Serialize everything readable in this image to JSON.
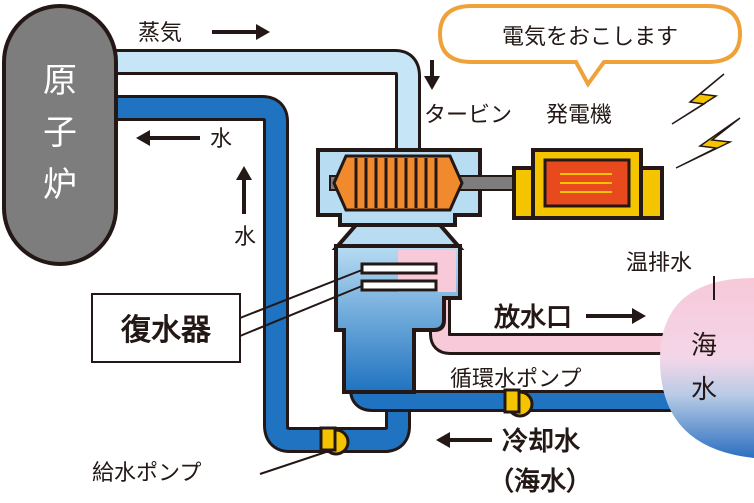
{
  "labels": {
    "reactor": [
      "原",
      "子",
      "炉"
    ],
    "steam": "蒸気",
    "water_top": "水",
    "water_side": "水",
    "turbine": "タービン",
    "generator": "発電機",
    "callout": "電気をおこします",
    "warm_drain": "温排水",
    "outlet": "放水口",
    "condenser": "復水器",
    "sea": [
      "海",
      "水"
    ],
    "circ_pump": "循環水ポンプ",
    "cooling_water": "冷却水",
    "cooling_water_sub": "（海水）",
    "feed_pump": "給水ポンプ"
  },
  "colors": {
    "reactor": "#7d7d7d",
    "steam_pipe": "#c6e6f7",
    "water_pipe": "#1f73c0",
    "warm_pipe": "#f7c9d9",
    "generator": "#f5c400",
    "generator_coil": "#e8491d",
    "turbine_blade": "#f08a2d",
    "callout_border": "#f0a23a",
    "lightning": "#f5c400"
  },
  "icons": {
    "lightning": "lightning-bolt-icon",
    "arrow": "arrow-icon"
  }
}
